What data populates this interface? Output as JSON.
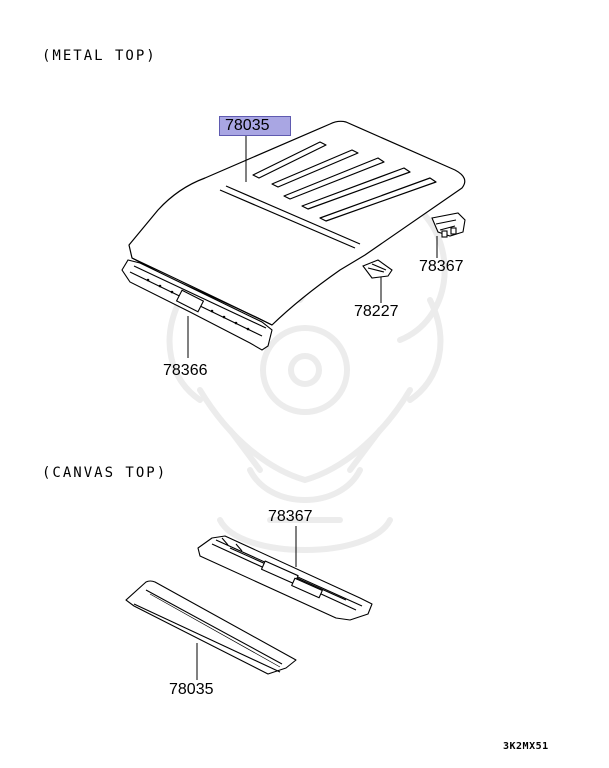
{
  "sections": {
    "metal_top": "(METAL TOP)",
    "canvas_top": "(CANVAS TOP)"
  },
  "callouts": {
    "metal_roof": "78035",
    "metal_rear_rail": "78367",
    "metal_bracket": "78227",
    "metal_front_header": "78366",
    "canvas_rear_rail": "78367",
    "canvas_front_header": "78035"
  },
  "highlighted_callout": "metal_roof",
  "highlight_color": "#a9a6e3",
  "diagram_code": "3K2MX51",
  "watermark": "samurai-helmet-logo"
}
